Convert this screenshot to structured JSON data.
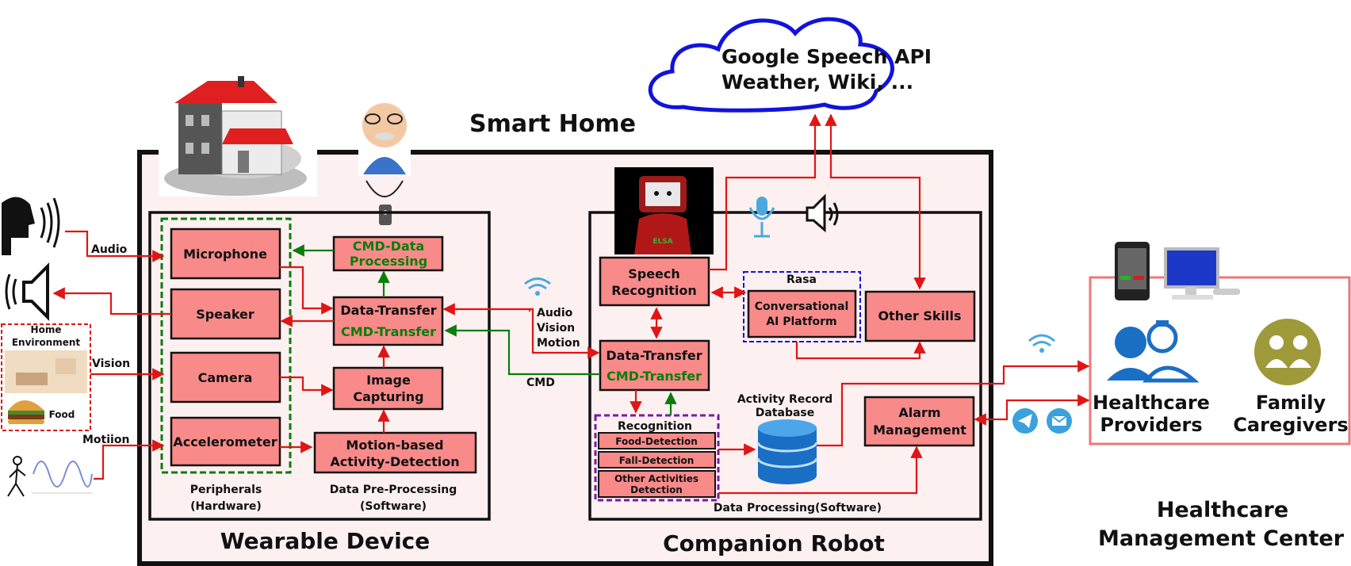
{
  "title": "Smart Home",
  "cloud": {
    "line1": "Google Speech API",
    "line2": "Weather, Wiki, ..."
  },
  "wearable": {
    "title": "Wearable Device",
    "peripherals": [
      "Microphone",
      "Speaker",
      "Camera",
      "Accelerometer"
    ],
    "peripherals_label": [
      "Peripherals",
      "(Hardware)"
    ],
    "preprocessing_label": [
      "Data Pre-Processing",
      "(Software)"
    ],
    "cmd_data_processing": [
      "CMD-Data",
      "Processing"
    ],
    "data_transfer": "Data-Transfer",
    "cmd_transfer": "CMD-Transfer",
    "image_capturing": [
      "Image",
      "Capturing"
    ],
    "motion_detection": [
      "Motion-based",
      "Activity-Detection"
    ]
  },
  "inputs": {
    "audio": "Audio",
    "home_environment": [
      "Home",
      "Environment"
    ],
    "vision": "Vision",
    "food": "Food",
    "motion": "Motiion"
  },
  "links": {
    "audio_vision_motion": [
      "Audio",
      "Vision",
      "Motion"
    ],
    "cmd": "CMD"
  },
  "robot": {
    "title": "Companion Robot",
    "robot_badge": "ELSA",
    "speech_recognition": [
      "Speech",
      "Recognition"
    ],
    "rasa": "Rasa",
    "conversational_ai": [
      "Conversational",
      "AI Platform"
    ],
    "other_skills": "Other Skills",
    "data_transfer": "Data-Transfer",
    "cmd_transfer": "CMD-Transfer",
    "recognition": "Recognition",
    "recognition_items": [
      "Food-Detection",
      "Fall-Detection"
    ],
    "other_activities": [
      "Other Activities",
      "Detection"
    ],
    "database_label": [
      "Activity Record",
      "Database"
    ],
    "alarm": [
      "Alarm",
      "Management"
    ],
    "data_processing": "Data Processing(Software)"
  },
  "healthcare": {
    "providers": [
      "Healthcare",
      "Providers"
    ],
    "caregivers": [
      "Family",
      "Caregivers"
    ],
    "center": [
      "Healthcare",
      "Management Center"
    ]
  },
  "colors": {
    "box_fill": "#f98a8a",
    "arrow_red": "#e01515",
    "arrow_green": "#0a7d0a",
    "cloud_stroke": "#1212dd",
    "smart_home_bg": "#fdf0f0"
  }
}
